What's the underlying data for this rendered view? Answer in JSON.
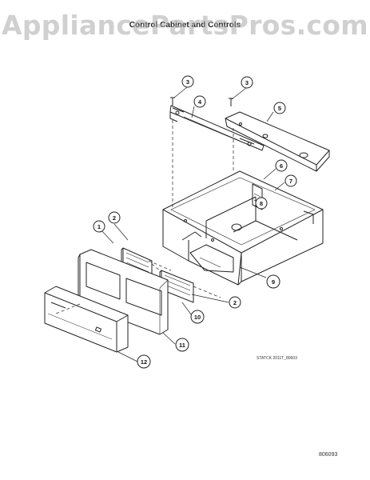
{
  "watermark": "AppliancePartsPros.com",
  "title": "Control Cabinet and Controls",
  "callouts": {
    "c1": "1",
    "c2a": "2",
    "c2b": "2",
    "c3a": "3",
    "c3b": "3",
    "c4": "4",
    "c5": "5",
    "c6": "6",
    "c7": "7",
    "c8": "8",
    "c9": "9",
    "c10": "10",
    "c11": "11",
    "c12": "12"
  },
  "ref_code": "STATCK 2011T_80603",
  "page_number": "806093",
  "colors": {
    "line": "#222222",
    "watermark": "#aaaaaa"
  }
}
